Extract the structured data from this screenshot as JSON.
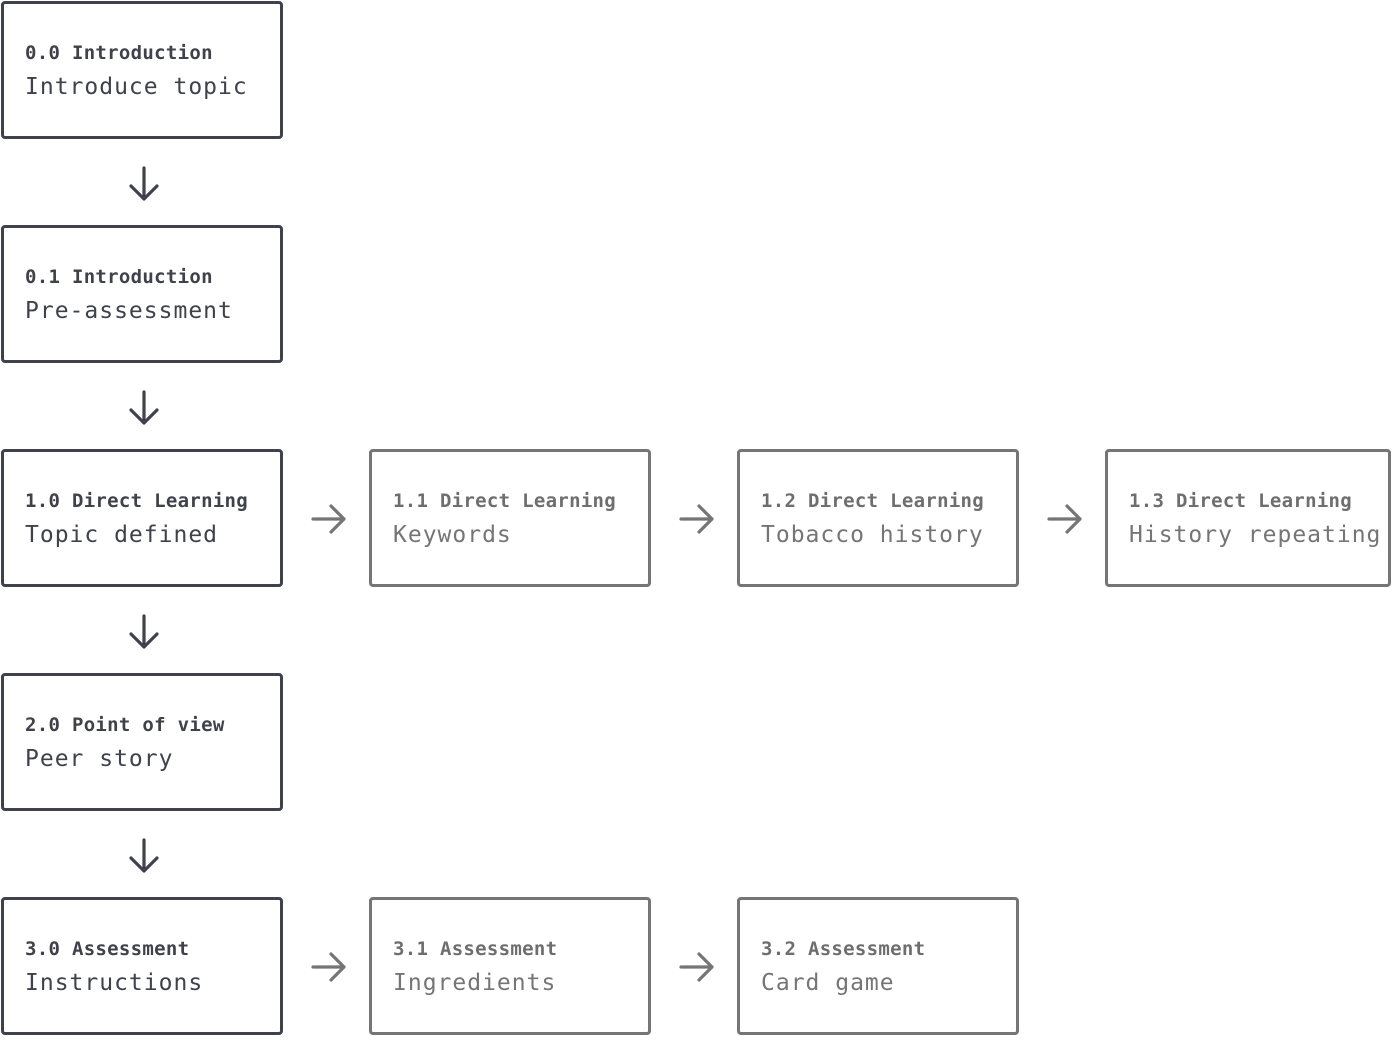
{
  "colors": {
    "main": "#3f424b",
    "sub": "#757575"
  },
  "main_steps": [
    {
      "title": "0.0 Introduction",
      "subtitle": "Introduce topic"
    },
    {
      "title": "0.1 Introduction",
      "subtitle": "Pre-assessment"
    },
    {
      "title": "1.0 Direct Learning",
      "subtitle": "Topic defined"
    },
    {
      "title": "2.0 Point of view",
      "subtitle": "Peer story"
    },
    {
      "title": "3.0 Assessment",
      "subtitle": "Instructions"
    }
  ],
  "direct_learning_branch": [
    {
      "title": "1.1 Direct Learning",
      "subtitle": "Keywords"
    },
    {
      "title": "1.2 Direct Learning",
      "subtitle": "Tobacco history"
    },
    {
      "title": "1.3 Direct Learning",
      "subtitle": "History repeating"
    }
  ],
  "assessment_branch": [
    {
      "title": "3.1 Assessment",
      "subtitle": "Ingredients"
    },
    {
      "title": "3.2 Assessment",
      "subtitle": "Card game"
    }
  ]
}
